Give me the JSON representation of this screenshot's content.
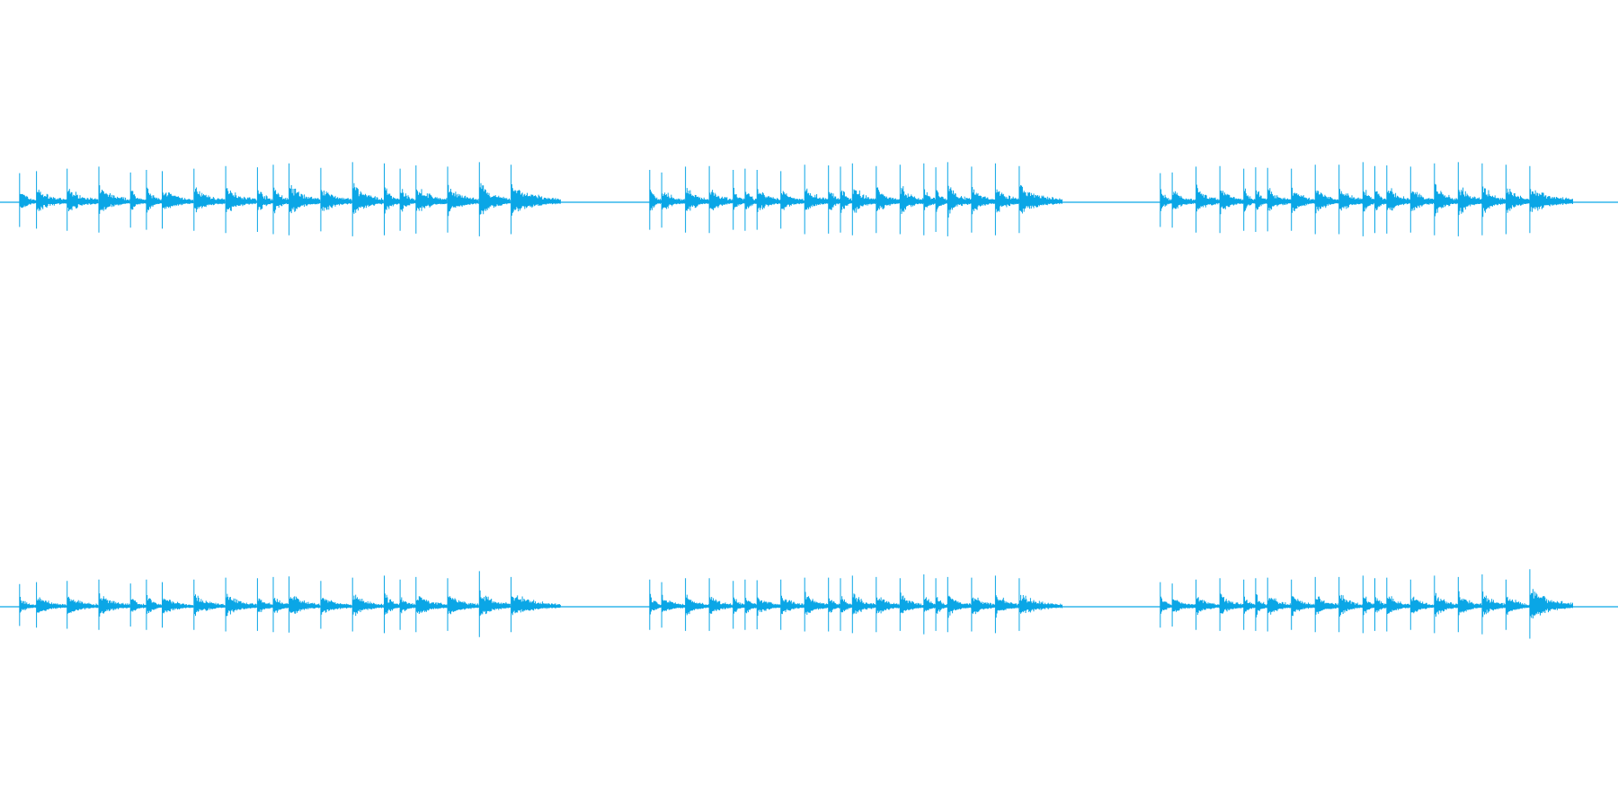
{
  "waveform": {
    "color": "#0aa6e6",
    "background": "#ffffff",
    "channels": [
      {
        "name": "channel-1",
        "bursts": [
          {
            "hits": [
              0.02,
              0.052,
              0.11,
              0.17,
              0.23,
              0.26,
              0.29,
              0.35,
              0.41,
              0.47,
              0.5,
              0.53,
              0.59,
              0.65,
              0.71,
              0.74,
              0.77,
              0.83,
              0.89,
              0.95
            ],
            "amps": [
              0.45,
              0.48,
              0.52,
              0.55,
              0.46,
              0.5,
              0.48,
              0.52,
              0.56,
              0.54,
              0.58,
              0.6,
              0.53,
              0.62,
              0.6,
              0.52,
              0.57,
              0.55,
              0.62,
              0.58
            ]
          },
          {
            "hits": [
              0.02,
              0.05,
              0.11,
              0.17,
              0.23,
              0.26,
              0.29,
              0.35,
              0.41,
              0.47,
              0.5,
              0.53,
              0.59,
              0.65,
              0.71,
              0.74,
              0.77,
              0.83,
              0.89,
              0.95
            ],
            "amps": [
              0.5,
              0.46,
              0.55,
              0.56,
              0.5,
              0.52,
              0.5,
              0.48,
              0.58,
              0.57,
              0.55,
              0.6,
              0.56,
              0.58,
              0.6,
              0.54,
              0.62,
              0.55,
              0.6,
              0.56
            ]
          },
          {
            "hits": [
              0.02,
              0.05,
              0.11,
              0.17,
              0.23,
              0.26,
              0.29,
              0.35,
              0.41,
              0.47,
              0.53,
              0.56,
              0.59,
              0.65,
              0.71,
              0.77,
              0.83,
              0.89,
              0.95
            ],
            "amps": [
              0.45,
              0.46,
              0.55,
              0.56,
              0.52,
              0.54,
              0.53,
              0.52,
              0.58,
              0.58,
              0.62,
              0.56,
              0.57,
              0.55,
              0.6,
              0.62,
              0.6,
              0.58,
              0.56
            ]
          }
        ]
      },
      {
        "name": "channel-2",
        "bursts": [
          {
            "hits": [
              0.02,
              0.052,
              0.11,
              0.17,
              0.23,
              0.26,
              0.29,
              0.35,
              0.41,
              0.47,
              0.5,
              0.53,
              0.59,
              0.65,
              0.71,
              0.74,
              0.77,
              0.83,
              0.89,
              0.95
            ],
            "amps": [
              0.35,
              0.38,
              0.4,
              0.42,
              0.36,
              0.42,
              0.38,
              0.42,
              0.45,
              0.44,
              0.46,
              0.47,
              0.4,
              0.45,
              0.48,
              0.42,
              0.46,
              0.44,
              0.55,
              0.46
            ]
          },
          {
            "hits": [
              0.02,
              0.05,
              0.11,
              0.17,
              0.23,
              0.26,
              0.29,
              0.35,
              0.41,
              0.47,
              0.5,
              0.53,
              0.59,
              0.65,
              0.71,
              0.74,
              0.77,
              0.83,
              0.89,
              0.95
            ],
            "amps": [
              0.42,
              0.38,
              0.44,
              0.44,
              0.4,
              0.42,
              0.41,
              0.42,
              0.45,
              0.45,
              0.44,
              0.48,
              0.46,
              0.44,
              0.5,
              0.44,
              0.46,
              0.45,
              0.48,
              0.44
            ]
          },
          {
            "hits": [
              0.02,
              0.05,
              0.11,
              0.17,
              0.23,
              0.26,
              0.29,
              0.35,
              0.41,
              0.47,
              0.53,
              0.56,
              0.59,
              0.65,
              0.71,
              0.77,
              0.83,
              0.89,
              0.95
            ],
            "amps": [
              0.38,
              0.36,
              0.42,
              0.44,
              0.42,
              0.44,
              0.45,
              0.42,
              0.46,
              0.46,
              0.48,
              0.44,
              0.45,
              0.42,
              0.48,
              0.46,
              0.5,
              0.42,
              0.58
            ]
          }
        ]
      }
    ]
  }
}
